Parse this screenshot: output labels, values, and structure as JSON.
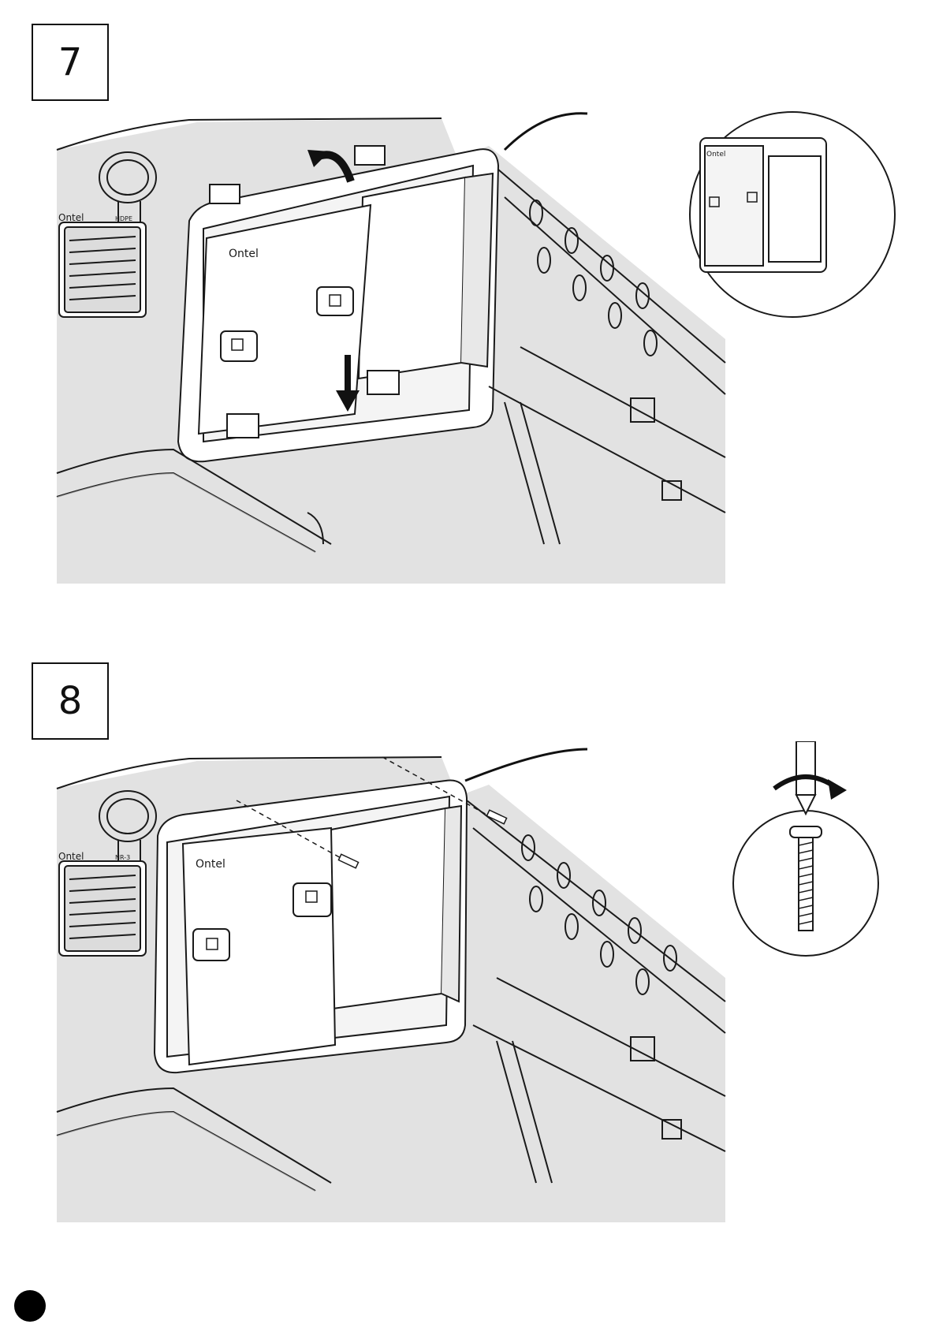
{
  "steps": [
    {
      "number": "7"
    },
    {
      "number": "8"
    }
  ],
  "brand_mark": "Ontel",
  "labels": {
    "hdpe_tag": "HDPE",
    "nr_tag": "NR-3"
  },
  "colors": {
    "line": "#1a1a1a",
    "panel_fill": "#e2e2e2",
    "white": "#ffffff"
  }
}
